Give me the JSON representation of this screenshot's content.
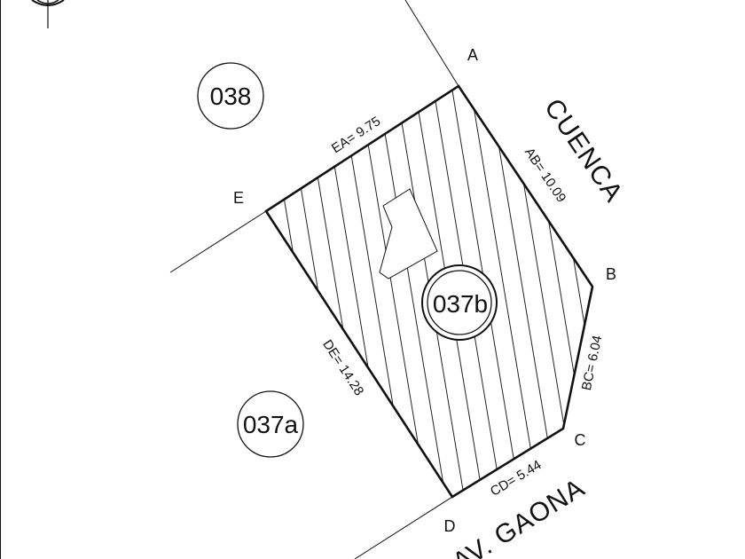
{
  "colors": {
    "line": "#111111",
    "background": "#ffffff",
    "hatch": "#222222"
  },
  "lots": {
    "main": "037b",
    "north": "038",
    "south": "037a"
  },
  "vertices": {
    "a": "A",
    "b": "B",
    "c": "C",
    "d": "D",
    "e": "E"
  },
  "measurements": {
    "ab": "AB= 10.09",
    "bc": "BC= 6.04",
    "cd": "CD= 5.44",
    "de": "DE= 14.28",
    "ea": "EA= 9.75"
  },
  "streets": {
    "cuenca": "CUENCA",
    "gaona": "AV. GAONA"
  },
  "icons": {
    "north_arrow": "north-arrow-icon"
  }
}
